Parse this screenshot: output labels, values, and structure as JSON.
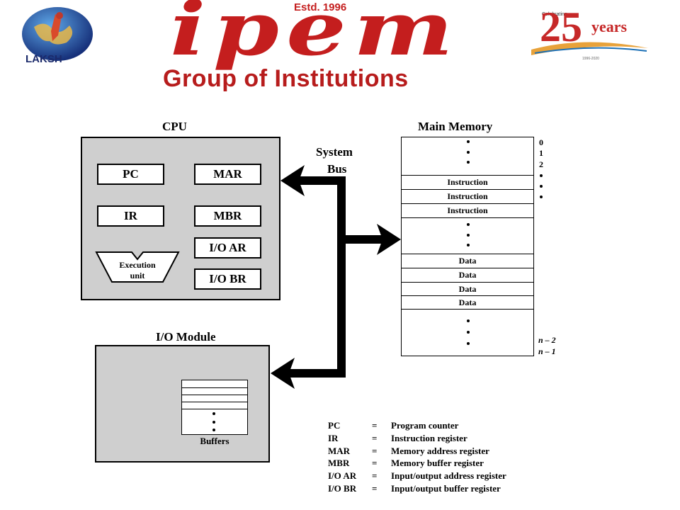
{
  "header": {
    "estd": "Estd. 1996",
    "brand": "ipem",
    "tagline": "Group of Institutions",
    "left_logo_text": "LAKSH",
    "right_logo": {
      "celebrating": "Celebrating",
      "number": "25",
      "years": "years",
      "range": "1996-2020"
    },
    "brand_color": "#c41e1e"
  },
  "diagram": {
    "cpu": {
      "title": "CPU",
      "registers": {
        "pc": "PC",
        "mar": "MAR",
        "ir": "IR",
        "mbr": "MBR",
        "io_ar": "I/O AR",
        "io_br": "I/O BR"
      },
      "execution_unit": {
        "line1": "Execution",
        "line2": "unit"
      }
    },
    "system_bus": {
      "line1": "System",
      "line2": "Bus"
    },
    "main_memory": {
      "title": "Main Memory",
      "cells": {
        "instructions": [
          "Instruction",
          "Instruction",
          "Instruction"
        ],
        "data": [
          "Data",
          "Data",
          "Data",
          "Data"
        ]
      },
      "addresses_top": [
        "0",
        "1",
        "2"
      ],
      "addresses_bottom": [
        "n – 2",
        "n – 1"
      ]
    },
    "io_module": {
      "title": "I/O Module",
      "buffers_label": "Buffers"
    },
    "legend": [
      {
        "abbr": "PC",
        "eq": "=",
        "desc": "Program counter"
      },
      {
        "abbr": "IR",
        "eq": "=",
        "desc": "Instruction register"
      },
      {
        "abbr": "MAR",
        "eq": "=",
        "desc": "Memory address register"
      },
      {
        "abbr": "MBR",
        "eq": "=",
        "desc": "Memory buffer register"
      },
      {
        "abbr": "I/O AR",
        "eq": "=",
        "desc": "Input/output address register"
      },
      {
        "abbr": "I/O BR",
        "eq": "=",
        "desc": "Input/output buffer register"
      }
    ]
  }
}
